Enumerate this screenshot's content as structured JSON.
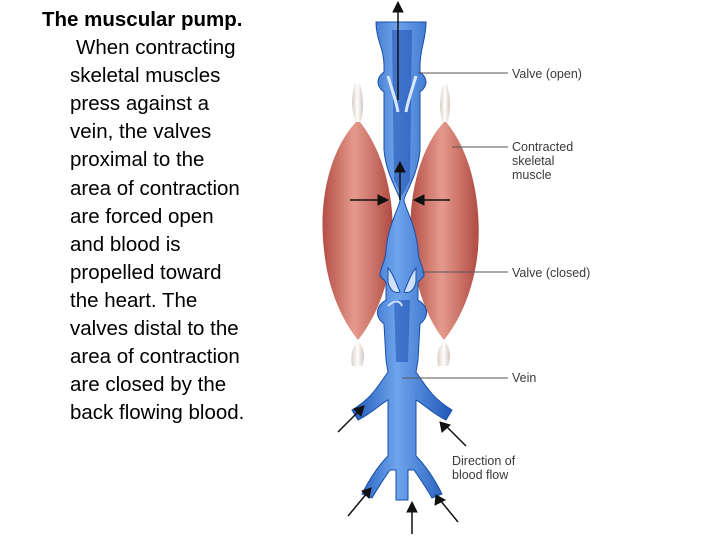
{
  "caption": {
    "title": "The muscular pump.",
    "lines": [
      "When contracting",
      "skeletal muscles",
      "press against a",
      "vein, the valves",
      "proximal to the",
      "area of contraction",
      "are forced open",
      "and blood is",
      "propelled toward",
      "the heart. The",
      "valves distal to the",
      "area of contraction",
      "are closed by the",
      "back flowing blood."
    ]
  },
  "labels": {
    "valve_open": "Valve (open)",
    "contracted_muscle": [
      "Contracted",
      "skeletal",
      "muscle"
    ],
    "valve_closed": "Valve (closed)",
    "vein": "Vein",
    "direction": [
      "Direction of",
      "blood flow"
    ]
  },
  "colors": {
    "muscle": "#c9655a",
    "vein": "#2f6fd2",
    "vein_light": "#8fb8ee",
    "leader": "#555555"
  }
}
